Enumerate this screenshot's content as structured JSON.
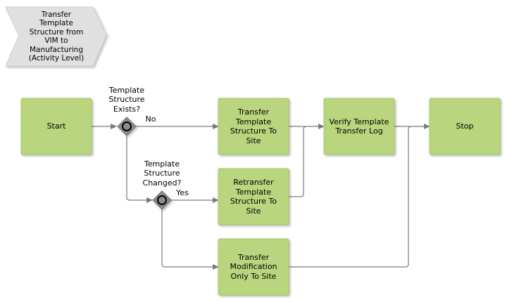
{
  "title": "Transfer\nTemplate\nStructure from\nVIM to\nManufacturing\n(Activity Level)",
  "nodes": {
    "start": "Start",
    "transfer_structure": "Transfer\nTemplate\nStructure To\nSite",
    "verify_log": "Verify Template\nTransfer Log",
    "stop": "Stop",
    "retransfer_structure": "Retransfer\nTemplate\nStructure To\nSite",
    "transfer_modification": "Transfer\nModification\nOnly To Site"
  },
  "gateways": {
    "structure_exists": "Template\nStructure\nExists?",
    "structure_changed": "Template\nStructure\nChanged?"
  },
  "edge_labels": {
    "no": "No",
    "yes": "Yes"
  },
  "colors": {
    "task_fill": "#b9d57e",
    "title_fill": "#e0e0e0",
    "gateway_fill": "#8c8c8c",
    "line": "#7a7a7a"
  }
}
